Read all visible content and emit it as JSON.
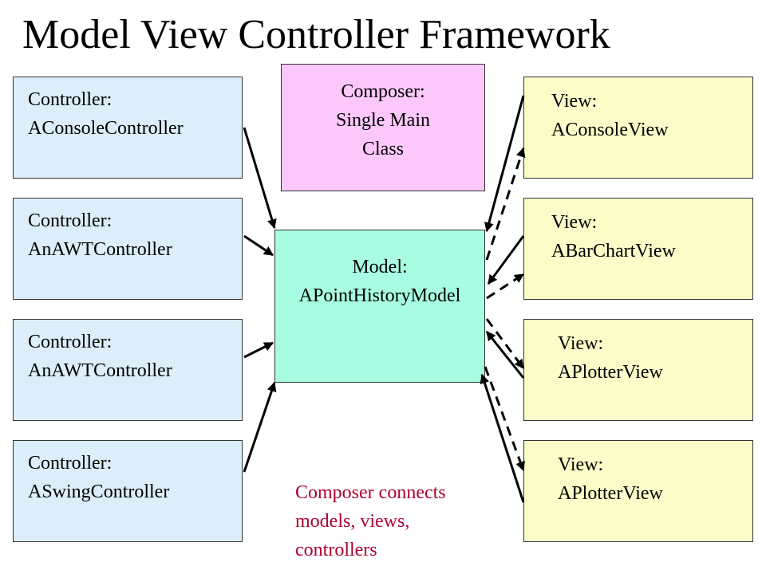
{
  "title": "Model View Controller Framework",
  "colors": {
    "controller_fill": "#dbeefa",
    "view_fill": "#fbfcc8",
    "composer_fill": "#fcc8fc",
    "model_fill": "#a8fce2",
    "note_text": "#b00030",
    "arrow": "#000000"
  },
  "controllers": [
    {
      "label": "Controller:",
      "class_name": "AConsoleController"
    },
    {
      "label": "Controller:",
      "class_name": "AnAWTController"
    },
    {
      "label": "Controller:",
      "class_name": "AnAWTController"
    },
    {
      "label": "Controller:",
      "class_name": "ASwingController"
    }
  ],
  "views": [
    {
      "label": "View:",
      "class_name": "AConsoleView"
    },
    {
      "label": "View:",
      "class_name": "ABarChartView"
    },
    {
      "label": "View:",
      "class_name": "APlotterView"
    },
    {
      "label": "View:",
      "class_name": "APlotterView"
    }
  ],
  "composer": {
    "line1": "Composer:",
    "line2": "Single Main",
    "line3": "Class"
  },
  "model": {
    "line1": "Model:",
    "line2": "APointHistoryModel"
  },
  "note": {
    "line1": "Composer connects",
    "line2": "models, views,",
    "line3": "controllers"
  }
}
